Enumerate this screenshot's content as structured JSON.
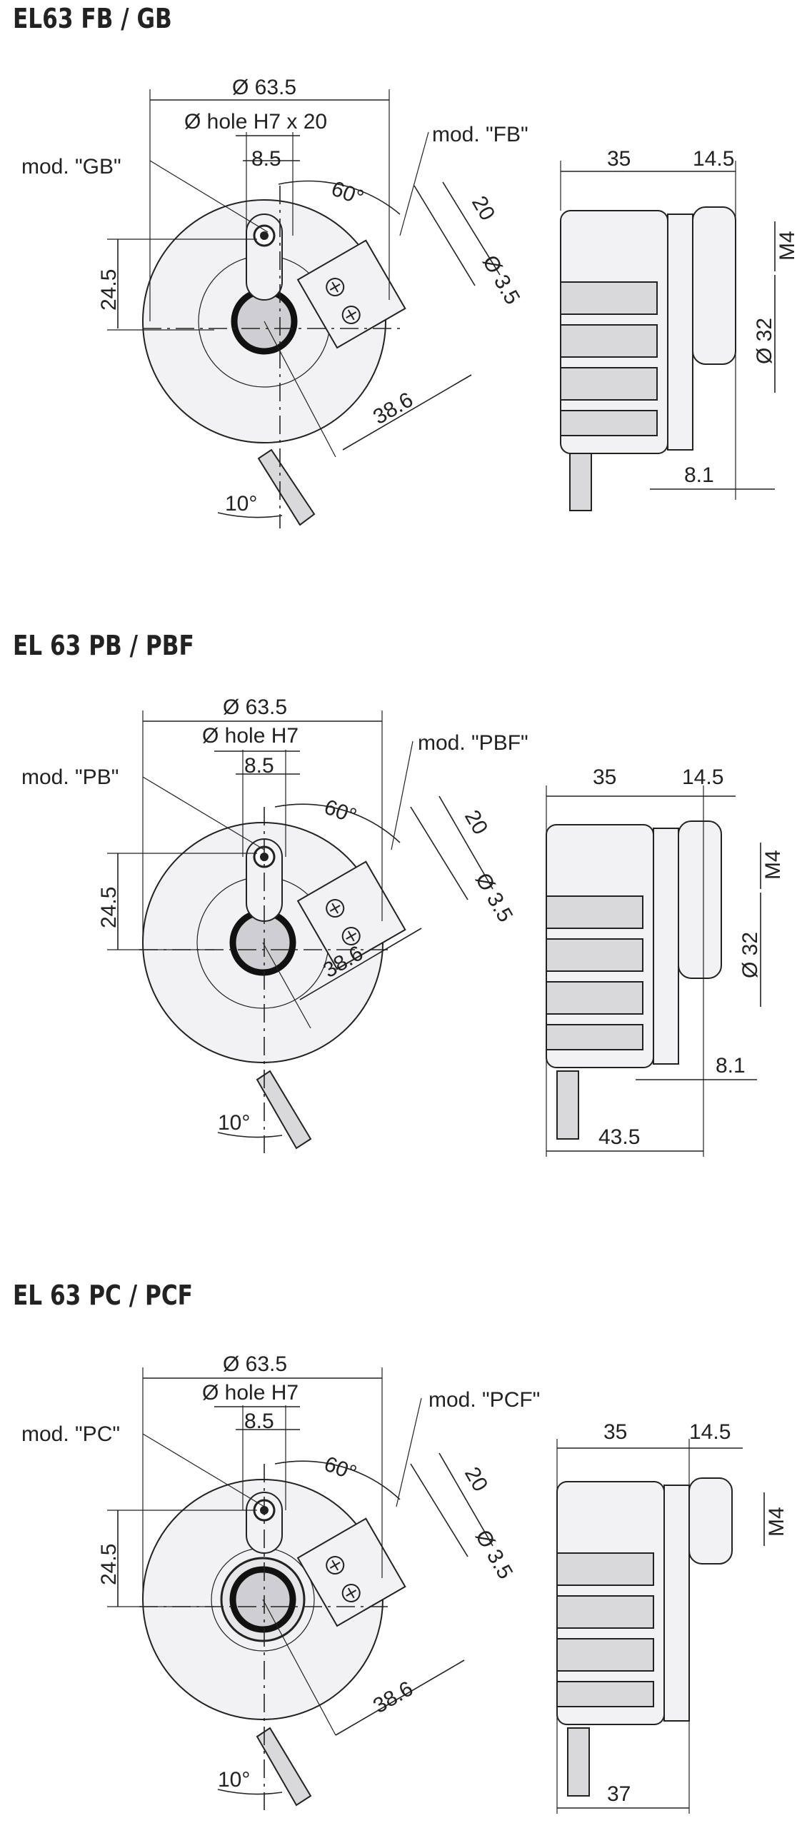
{
  "sections": [
    {
      "title": "EL63 FB / GB",
      "front": {
        "dia_outer": "Ø 63.5",
        "hole": "Ø hole H7 x 20",
        "width": "8.5",
        "angle60": "60°",
        "height": "24.5",
        "mod_left": "mod. \"GB\"",
        "mod_right": "mod. \"FB\"",
        "d20": "20",
        "d35": "Ø 3.5",
        "d386": "38.6",
        "angle10": "10°"
      },
      "side": {
        "d35": "35",
        "d145": "14.5",
        "m4": "M4",
        "d32": "Ø 32",
        "d81": "8.1"
      }
    },
    {
      "title": "EL 63 PB / PBF",
      "front": {
        "dia_outer": "Ø 63.5",
        "hole": "Ø hole H7",
        "width": "8.5",
        "angle60": "60°",
        "height": "24.5",
        "mod_left": "mod. \"PB\"",
        "mod_right": "mod. \"PBF\"",
        "d20": "20",
        "d35": "Ø 3.5",
        "d386": "38.6",
        "angle10": "10°"
      },
      "side": {
        "d35": "35",
        "d145": "14.5",
        "m4": "M4",
        "d32": "Ø 32",
        "d81": "8.1",
        "d435": "43.5"
      }
    },
    {
      "title": "EL 63 PC / PCF",
      "front": {
        "dia_outer": "Ø 63.5",
        "hole": "Ø hole H7",
        "width": "8.5",
        "angle60": "60°",
        "height": "24.5",
        "mod_left": "mod. \"PC\"",
        "mod_right": "mod. \"PCF\"",
        "d20": "20",
        "d35": "Ø 3.5",
        "d386": "38.6",
        "angle10": "10°"
      },
      "side": {
        "d35": "35",
        "d145": "14.5",
        "m4": "M4",
        "d37": "37"
      }
    }
  ]
}
